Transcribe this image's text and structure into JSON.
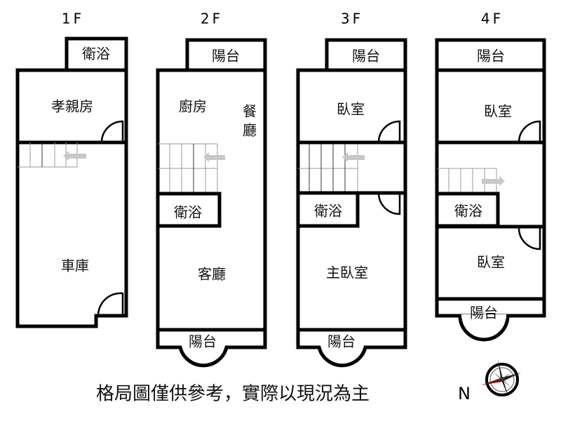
{
  "floors": [
    {
      "label": "1F",
      "rooms": {
        "bath": "衛浴",
        "parents_room": "孝親房",
        "garage": "車庫"
      }
    },
    {
      "label": "2F",
      "rooms": {
        "balcony_top": "陽台",
        "kitchen": "廚房",
        "dining": "餐廳",
        "dining_1": "餐",
        "dining_2": "廳",
        "bath": "衛浴",
        "living": "客廳",
        "balcony_bottom": "陽台"
      }
    },
    {
      "label": "3F",
      "rooms": {
        "balcony_top": "陽台",
        "bedroom": "臥室",
        "bath": "衛浴",
        "master_bedroom": "主臥室",
        "balcony_bottom": "陽台"
      }
    },
    {
      "label": "4F",
      "rooms": {
        "balcony_top": "陽台",
        "bedroom_front": "臥室",
        "bath": "衛浴",
        "bedroom_back": "臥室",
        "balcony_bottom": "陽台"
      }
    }
  ],
  "footer": {
    "note": "格局圖僅供參考，實際以現況為主",
    "north_label": "N"
  },
  "colors": {
    "wall": "#000000",
    "arrow": "#c8c8c8",
    "compass_red": "#7a1010"
  }
}
